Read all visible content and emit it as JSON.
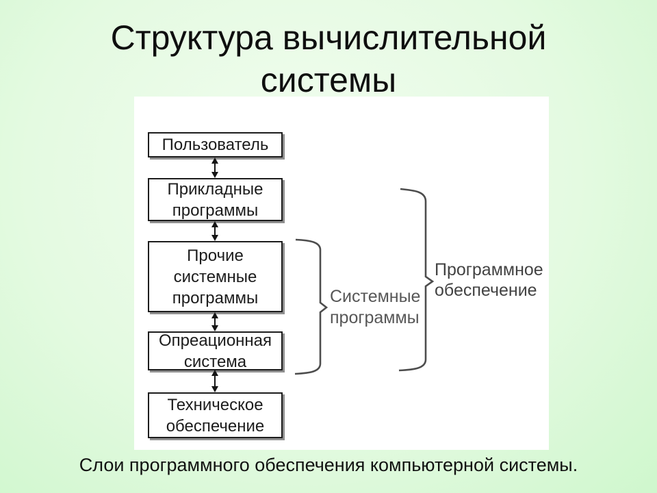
{
  "slide": {
    "title": {
      "lines": [
        "Структура вычислительной",
        "системы"
      ]
    },
    "caption": "Слои программного обеспечения компьютерной системы."
  },
  "diagram": {
    "boxes": [
      {
        "name": "user",
        "lines": [
          "Пользователь"
        ]
      },
      {
        "name": "application-programs",
        "lines": [
          "Прикладные",
          "программы"
        ]
      },
      {
        "name": "other-system-programs",
        "lines": [
          "Прочие",
          "системные",
          "программы"
        ]
      },
      {
        "name": "operating-system",
        "lines": [
          "Опреационная",
          "система"
        ]
      },
      {
        "name": "hardware",
        "lines": [
          "Техническое",
          "обеспечение"
        ]
      }
    ],
    "groups": [
      {
        "name": "system-programs",
        "lines": [
          "Системные",
          "программы"
        ]
      },
      {
        "name": "software",
        "lines": [
          "Программное",
          "обеспечение"
        ]
      }
    ]
  },
  "colors": {
    "background_center": "#f2fdf0",
    "background_edge": "#cff7cd",
    "panel": "#ffffff",
    "box_border": "#1c1c1c",
    "box_text": "#1c1c1c",
    "box_shadow": "#8f8f8f",
    "arrow": "#151515",
    "brace": "#4d4d4d",
    "group_label_system": "#575757",
    "group_label_software": "#434343",
    "title_text": "#0f0f0f"
  }
}
